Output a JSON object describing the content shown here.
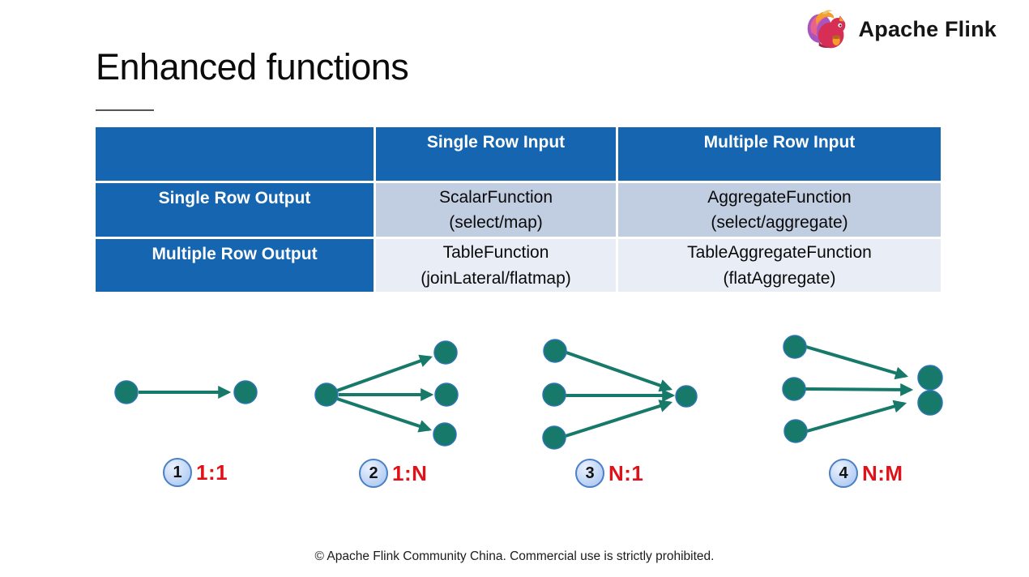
{
  "slide": {
    "title": "Enhanced functions",
    "logo_text": "Apache Flink",
    "footer": "© Apache Flink Community China. Commercial use is strictly prohibited."
  },
  "table": {
    "col_headers": [
      "",
      "Single Row Input",
      "Multiple Row Input"
    ],
    "rows": [
      {
        "label": "Single Row Output",
        "cells": [
          {
            "name": "ScalarFunction",
            "detail": "(select/map)"
          },
          {
            "name": "AggregateFunction",
            "detail": "(select/aggregate)"
          }
        ]
      },
      {
        "label": "Multiple Row Output",
        "cells": [
          {
            "name": "TableFunction",
            "detail": "(joinLateral/flatmap)"
          },
          {
            "name": "TableAggregateFunction",
            "detail": "(flatAggregate)"
          }
        ]
      }
    ]
  },
  "diagrams": [
    {
      "number": "1",
      "label": "1:1",
      "inputs": 1,
      "outputs": 1
    },
    {
      "number": "2",
      "label": "1:N",
      "inputs": 1,
      "outputs": 3
    },
    {
      "number": "3",
      "label": "N:1",
      "inputs": 3,
      "outputs": 1
    },
    {
      "number": "4",
      "label": "N:M",
      "inputs": 3,
      "outputs": 2
    }
  ],
  "colors": {
    "header_blue": "#1565b0",
    "row_dark": "#c1cde1",
    "row_light": "#e9edf6",
    "node_teal": "#177969",
    "node_stroke": "#2e74b5",
    "label_red": "#e01119"
  }
}
